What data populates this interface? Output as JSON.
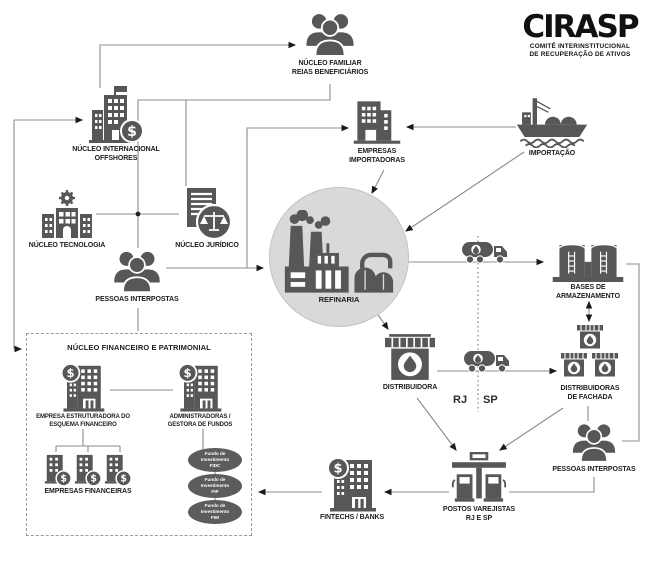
{
  "logo": {
    "brand": "CIRASP",
    "subtitle1": "COMITÊ INTERINSTITUCIONAL",
    "subtitle2": "DE RECUPERAÇÃO DE ATIVOS"
  },
  "nodes": {
    "nucleo_familiar": {
      "line1": "NÚCLEO FAMILIAR",
      "line2": "REIAS BENEFICIÁRIOS"
    },
    "nucleo_internacional": {
      "line1": "NÚCLEO INTERNACIONAL",
      "line2": "OFFSHORES"
    },
    "nucleo_tecnologia": {
      "label": "NÚCLEO TECNOLOGIA"
    },
    "nucleo_juridico": {
      "label": "NÚCLEO JURÍDICO"
    },
    "pessoas_interpostas_left": {
      "label": "PESSOAS INTERPOSTAS"
    },
    "refinaria": {
      "label": "REFINARIA"
    },
    "empresas_importadoras": {
      "line1": "EMPRESAS",
      "line2": "IMPORTADORAS"
    },
    "importacao": {
      "label": "IMPORTAÇÃO"
    },
    "bases_armazenamento": {
      "line1": "BASES DE",
      "line2": "ARMAZENAMENTO"
    },
    "distribuidora": {
      "label": "DISTRIBUIDORA"
    },
    "region_rj": {
      "label": "RJ"
    },
    "region_sp": {
      "label": "SP"
    },
    "distribuidoras_fachada": {
      "line1": "DISTRIBUIDORAS",
      "line2": "DE FACHADA"
    },
    "pessoas_interpostas_right": {
      "label": "PESSOAS INTERPOSTAS"
    },
    "postos_varejistas": {
      "line1": "POSTOS VAREJISTAS",
      "line2": "RJ E SP"
    },
    "fintechs_banks": {
      "label": "FINTECHS / BANKS"
    },
    "nucleo_financeiro": {
      "title": "NÚCLEO FINANCEIRO E PATRIMONIAL"
    },
    "empresa_estruturadora": {
      "line1": "EMPRESA ESTRUTURADORA DO",
      "line2": "ESQUEMA FINANCEIRO"
    },
    "administradoras": {
      "line1": "ADMINISTRADORAS /",
      "line2": "GESTORA DE FUNDOS"
    },
    "empresas_financeiras": {
      "label": "EMPRESAS FINANCEIRAS"
    },
    "fundo_fidc": {
      "line1": "Fundo de",
      "line2": "Investimento",
      "line3": "FIDC"
    },
    "fundo_fip": {
      "line1": "Fundo de",
      "line2": "Investimento",
      "line3": "FIP"
    },
    "fundo_fim": {
      "line1": "Fundo de",
      "line2": "Investimento",
      "line3": "FIM"
    }
  },
  "colors": {
    "icon": "#575757",
    "line": "#8c8c8c",
    "arrow": "#1a1a1a",
    "refinery_circle": "#d9d9d9",
    "fund_ellipse": "#5c5c5c"
  }
}
